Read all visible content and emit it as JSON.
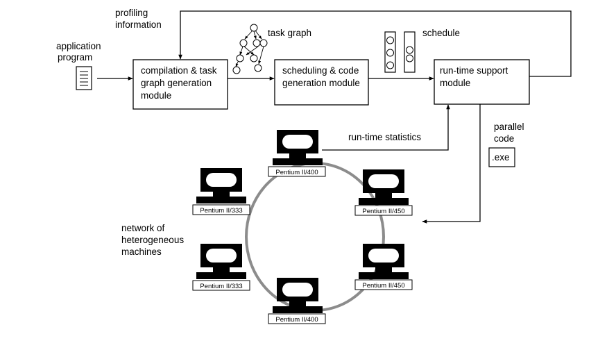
{
  "labels": {
    "profiling": [
      "profiling",
      "information"
    ],
    "application": [
      "application",
      "program"
    ],
    "task_graph": "task graph",
    "schedule": "schedule",
    "runtime_statistics": "run-time statistics",
    "parallel_code": [
      "parallel",
      "code"
    ],
    "exe": ".exe",
    "network": [
      "network of",
      "heterogeneous",
      "machines"
    ]
  },
  "modules": {
    "compilation": [
      "compilation & task",
      "graph generation",
      "module"
    ],
    "scheduling": [
      "scheduling & code",
      "generation module"
    ],
    "runtime": [
      "run-time support",
      "module"
    ]
  },
  "machines": [
    {
      "id": "top",
      "label": "Pentium II/400"
    },
    {
      "id": "upper-left",
      "label": "Pentium II/333"
    },
    {
      "id": "upper-right",
      "label": "Pentium II/450"
    },
    {
      "id": "lower-left",
      "label": "Pentium II/333"
    },
    {
      "id": "lower-right",
      "label": "Pentium II/450"
    },
    {
      "id": "bottom",
      "label": "Pentium II/400"
    }
  ],
  "colors": {
    "ring": "#8c8c8c",
    "line": "#000000",
    "fill": "#ffffff"
  }
}
